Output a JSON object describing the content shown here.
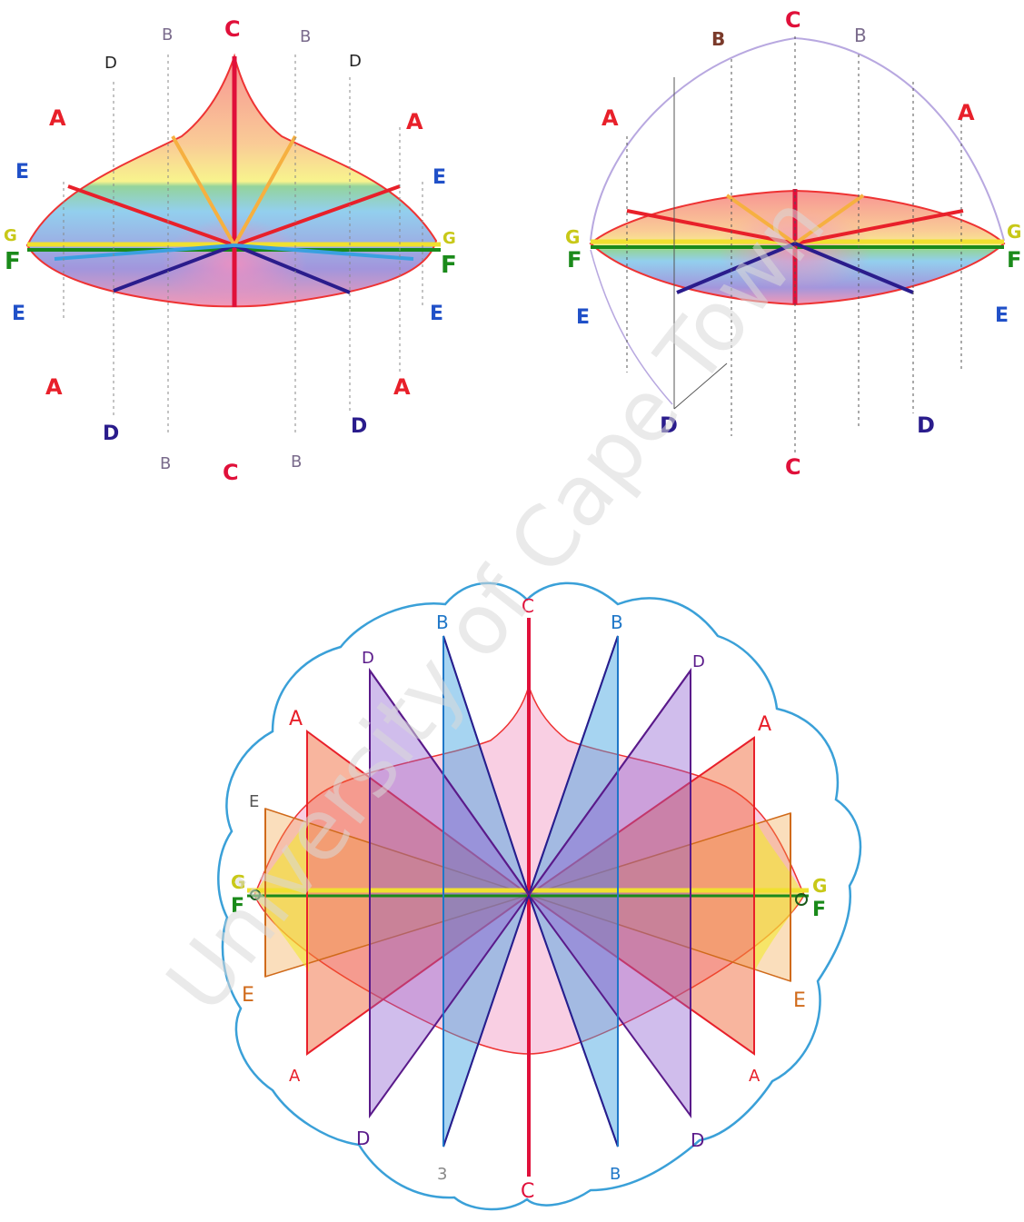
{
  "watermark": "University of Cape Town",
  "labels": {
    "A": "A",
    "B": "B",
    "C": "C",
    "D": "D",
    "E": "E",
    "F": "F",
    "G": "G",
    "B_odd": "3"
  },
  "colors": {
    "A": "#e8202a",
    "B": "#7a6b8c",
    "C": "#e0103a",
    "D": "#2a1c8c",
    "E": "#2050c8",
    "F": "#1a8a1a",
    "G": "#c8c818",
    "B_bottom": "#1f77c8",
    "D_bottom": "#5a1a8a",
    "E_bottom": "#d06a1a",
    "arc": "#3aa0d8",
    "guide": "#444444"
  },
  "panels": [
    {
      "id": "top-left",
      "view": "elevation"
    },
    {
      "id": "top-right",
      "view": "flattened elevation"
    },
    {
      "id": "bottom",
      "view": "unfolded development"
    }
  ]
}
